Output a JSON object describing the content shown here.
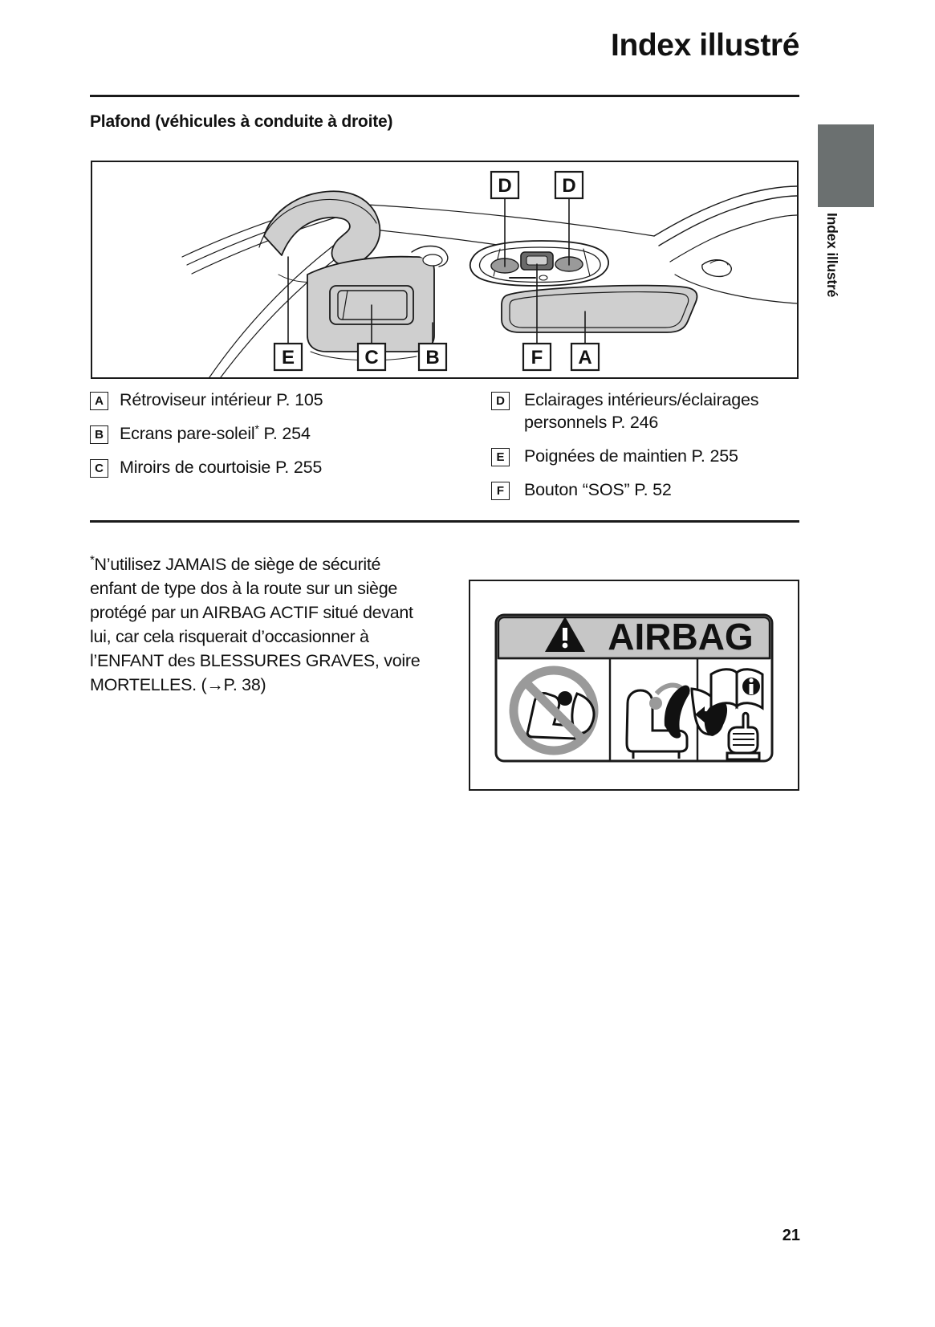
{
  "header": {
    "title": "Index illustré"
  },
  "section": {
    "heading": "Plafond (véhicules à conduite à droite)"
  },
  "figure": {
    "callouts": [
      {
        "id": "D",
        "label": "D"
      },
      {
        "id": "D2",
        "label": "D"
      },
      {
        "id": "E",
        "label": "E"
      },
      {
        "id": "C",
        "label": "C"
      },
      {
        "id": "B",
        "label": "B"
      },
      {
        "id": "F",
        "label": "F"
      },
      {
        "id": "A",
        "label": "A"
      }
    ]
  },
  "legend": {
    "left": [
      {
        "tag": "A",
        "text": "Rétroviseur intérieur P. 105",
        "star": false
      },
      {
        "tag": "B",
        "text_before": "Ecrans pare-soleil",
        "star": true,
        "text_after": " P. 254"
      },
      {
        "tag": "C",
        "text": "Miroirs de courtoisie P. 255",
        "star": false
      }
    ],
    "right": [
      {
        "tag": "D",
        "text": "Eclairages intérieurs/éclairages personnels P. 246",
        "star": false
      },
      {
        "tag": "E",
        "text": "Poignées de maintien P. 255",
        "star": false
      },
      {
        "tag": "F",
        "text": "Bouton “SOS” P. 52",
        "star": false
      }
    ]
  },
  "warning": {
    "star": "*",
    "body": "N’utilisez JAMAIS de siège de sécurité enfant de type dos à la route sur un siège protégé par un AIRBAG ACTIF situé devant lui, car cela risquerait d’occasionner à l’ENFANT des BLESSURES GRAVES, voire MORTELLES. (→P. 38)"
  },
  "airbag_label": {
    "title": "AIRBAG",
    "panels": [
      {
        "name": "no-rear-facing-child-seat"
      },
      {
        "name": "airbag-deploy-seat"
      },
      {
        "name": "read-manual"
      }
    ]
  },
  "sidebar": {
    "tab_label": "Index illustré"
  },
  "footer": {
    "page_number": "21"
  },
  "colors": {
    "rule": "#1a1a1a",
    "tab_gray": "#6b7070",
    "diagram_fill": "#cfcfcf",
    "airbag_header_gray": "#c6c6c6"
  }
}
